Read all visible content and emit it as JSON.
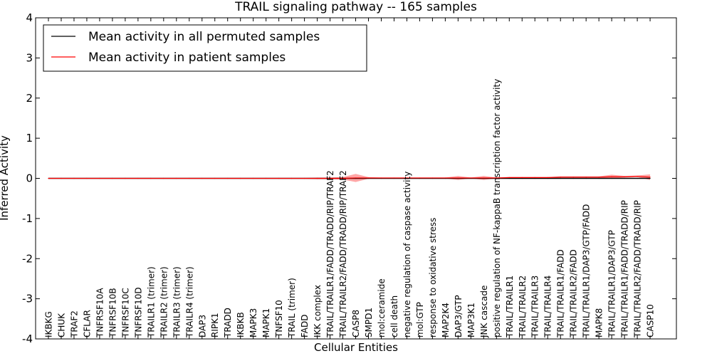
{
  "chart_data": {
    "type": "line",
    "title": "TRAIL signaling pathway -- 165 samples",
    "xlabel": "Cellular Entities",
    "ylabel": "Inferred Activity",
    "ylim": [
      -4,
      4
    ],
    "yticks": [
      -4,
      -3,
      -2,
      -1,
      0,
      1,
      2,
      3,
      4
    ],
    "legend_position": "top-left",
    "categories": [
      "IKBKG",
      "CHUK",
      "TRAF2",
      "CFLAR",
      "TNFRSF10A",
      "TNFRSF10B",
      "TNFRSF10C",
      "TNFRSF10D",
      "TRAILR1 (trimer)",
      "TRAILR2 (trimer)",
      "TRAILR3 (trimer)",
      "TRAILR4 (trimer)",
      "DAP3",
      "RIPK1",
      "TRADD",
      "IKBKB",
      "MAPK3",
      "MAPK1",
      "TNFSF10",
      "TRAIL (trimer)",
      "FADD",
      "IKK complex",
      "TRAIL/TRAILR1/FADD/TRADD/RIP/TRAF2",
      "TRAIL/TRAILR2/FADD/TRADD/RIP/TRAF2",
      "CASP8",
      "SMPD1",
      "mol:ceramide",
      "cell death",
      "negative regulation of caspase activity",
      "mol:GTP",
      "response to oxidative stress",
      "MAP2K4",
      "DAP3/GTP",
      "MAP3K1",
      "JNK cascade",
      "positive regulation of NF-kappaB transcription factor activity",
      "TRAIL/TRAILR1",
      "TRAIL/TRAILR2",
      "TRAIL/TRAILR3",
      "TRAIL/TRAILR4",
      "TRAIL/TRAILR1/FADD",
      "TRAIL/TRAILR2/FADD",
      "TRAIL/TRAILR1/DAP3/GTP/FADD",
      "MAPK8",
      "TRAIL/TRAILR1/DAP3/GTP",
      "TRAIL/TRAILR1/FADD/TRADD/RIP",
      "TRAIL/TRAILR2/FADD/TRADD/RIP",
      "CASP10"
    ],
    "series": [
      {
        "name": "Mean activity in all permuted samples",
        "color": "#000000",
        "values": [
          0,
          0,
          0,
          0,
          0,
          0,
          0,
          0,
          0,
          0,
          0,
          0,
          0,
          0,
          0,
          0,
          0,
          0,
          0,
          0,
          0,
          0,
          0,
          0,
          0,
          0,
          0,
          0,
          0,
          0,
          0,
          0,
          0,
          0,
          0,
          0,
          0,
          0,
          0,
          0,
          0,
          0,
          0,
          0,
          0,
          0,
          0,
          0
        ]
      },
      {
        "name": "Mean activity in patient samples",
        "color": "#ff0000",
        "values": [
          0,
          0,
          0,
          0,
          0,
          0,
          0,
          0,
          0,
          0,
          0,
          0,
          0,
          0,
          0,
          0,
          0,
          0,
          0,
          0,
          0,
          0,
          0,
          0,
          0.01,
          0.01,
          0.01,
          0.01,
          0.01,
          0.01,
          0.01,
          0.01,
          0.01,
          0.01,
          0.01,
          0.01,
          0.02,
          0.02,
          0.02,
          0.02,
          0.03,
          0.03,
          0.03,
          0.03,
          0.04,
          0.04,
          0.05,
          0.03
        ],
        "band_halfwidth": [
          0,
          0,
          0,
          0,
          0,
          0,
          0,
          0,
          0,
          0,
          0,
          0,
          0,
          0,
          0,
          0,
          0,
          0,
          0,
          0,
          0.01,
          0.02,
          0.02,
          0.03,
          0.1,
          0.02,
          0.01,
          0.01,
          0.01,
          0.01,
          0.01,
          0.01,
          0.05,
          0.01,
          0.05,
          0.01,
          0.01,
          0.01,
          0.01,
          0.01,
          0.02,
          0.02,
          0.02,
          0.02,
          0.05,
          0.02,
          0.02,
          0.07
        ]
      }
    ]
  }
}
